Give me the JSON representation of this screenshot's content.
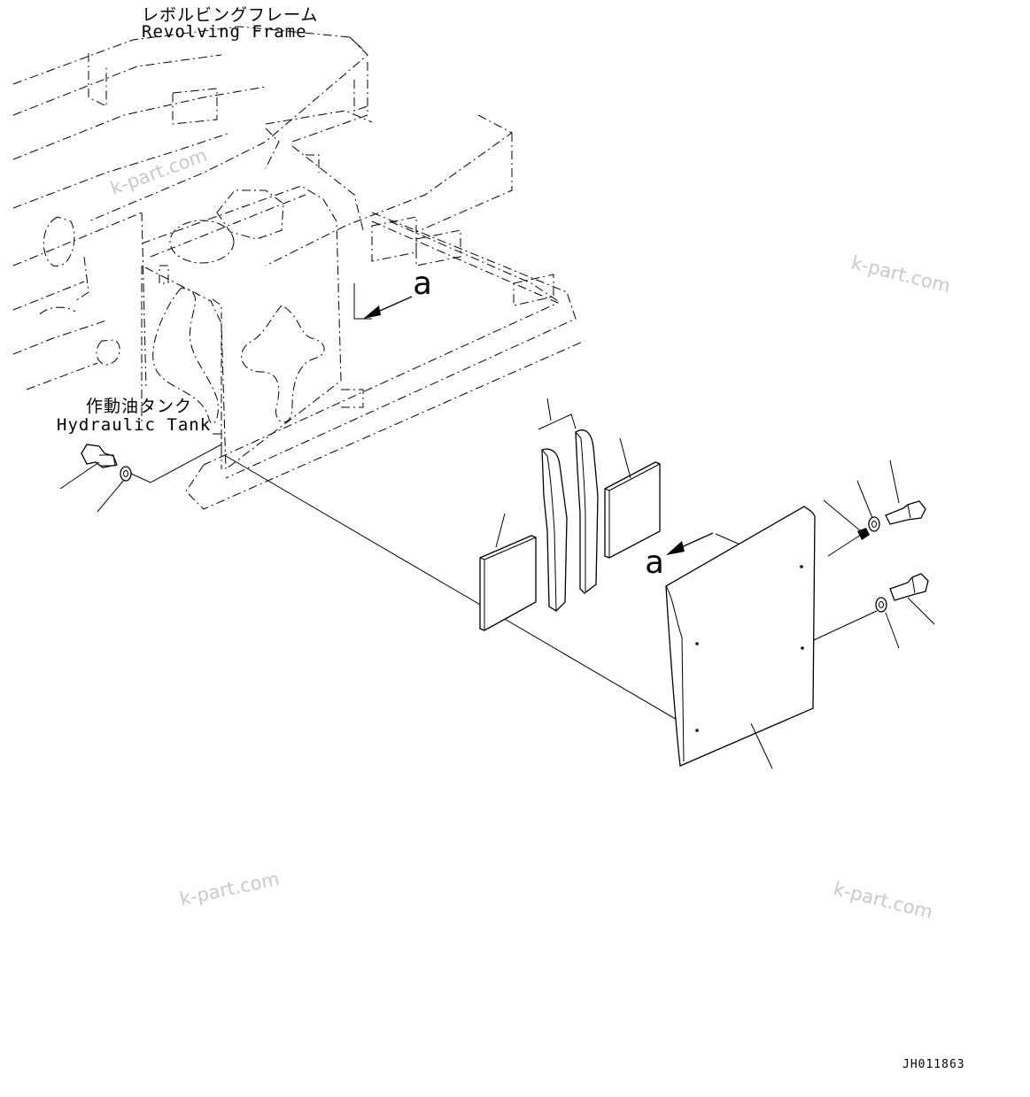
{
  "labels": {
    "revolving_frame_jp": "レボルビングフレーム",
    "revolving_frame_en": "Revolving Frame",
    "hydraulic_tank_jp": "作動油タンク",
    "hydraulic_tank_en": "Hydraulic Tank",
    "view_arrow_1": "a",
    "view_arrow_2": "a",
    "drawing_number": "JH011863"
  },
  "watermarks": [
    "k-part.com",
    "k-part.com",
    "k-part.com",
    "k-part.com"
  ]
}
